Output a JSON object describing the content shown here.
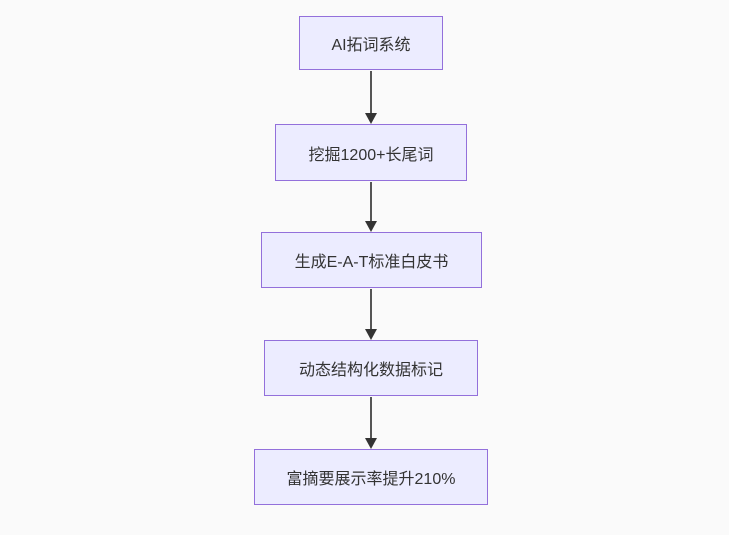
{
  "flowchart": {
    "title": "",
    "direction": "top-down",
    "nodes": [
      {
        "id": "A",
        "label": "AI拓词系统"
      },
      {
        "id": "B",
        "label": "挖掘1200+长尾词"
      },
      {
        "id": "C",
        "label": "生成E-A-T标准白皮书"
      },
      {
        "id": "D",
        "label": "动态结构化数据标记"
      },
      {
        "id": "E",
        "label": "富摘要展示率提升210%"
      }
    ],
    "edges": [
      {
        "from": "A",
        "to": "B"
      },
      {
        "from": "B",
        "to": "C"
      },
      {
        "from": "C",
        "to": "D"
      },
      {
        "from": "D",
        "to": "E"
      }
    ],
    "colors": {
      "node_fill": "#ececff",
      "node_border": "#9370db",
      "node_text": "#333333",
      "arrow_line": "#555555",
      "arrow_head": "#333333",
      "background": "#fafafa"
    }
  }
}
